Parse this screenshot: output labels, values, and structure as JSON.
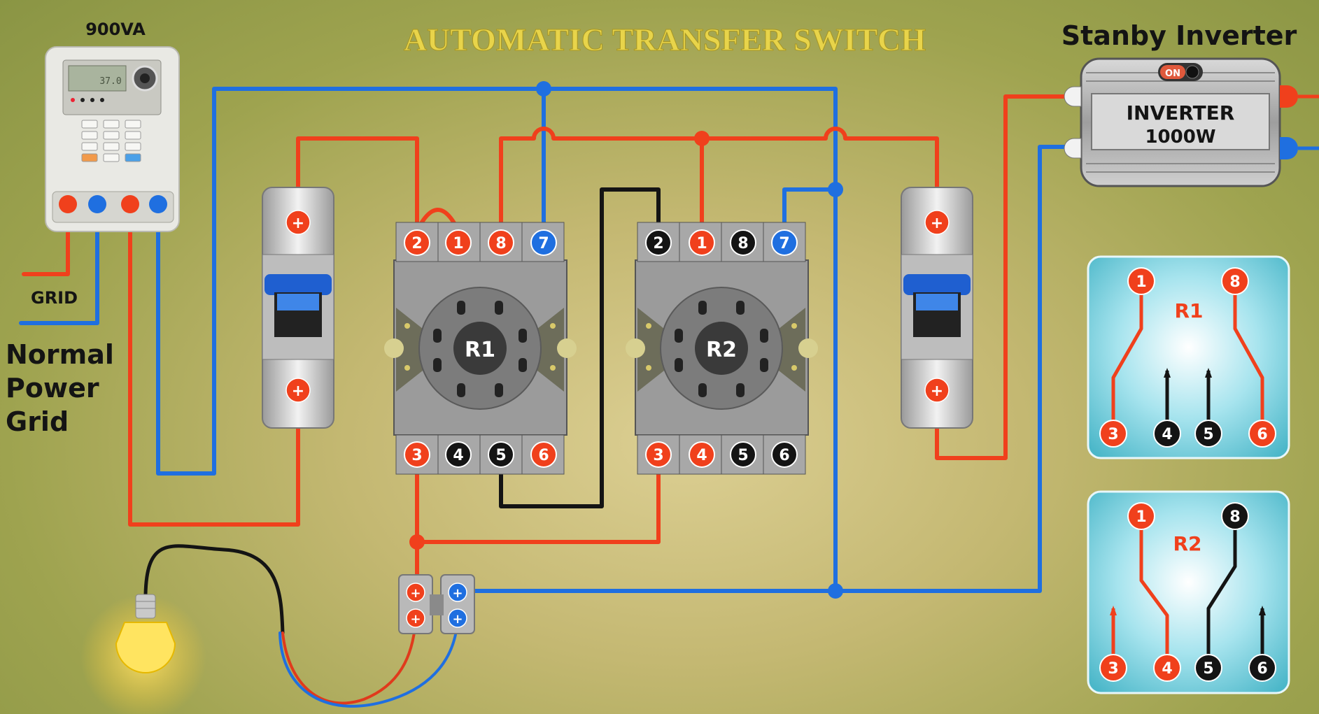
{
  "title": "AUTOMATIC TRANSFER SWITCH",
  "meter": {
    "rating": "900VA",
    "display": "37.0"
  },
  "grid": {
    "label": "GRID",
    "caption": [
      "Normal",
      "Power",
      "Grid"
    ]
  },
  "inverter": {
    "header": "Stanby Inverter",
    "name": "INVERTER",
    "power": "1000W",
    "switch_label": "ON"
  },
  "relays": [
    {
      "name": "R1",
      "top_pins": [
        "2",
        "1",
        "8",
        "7"
      ],
      "bottom_pins": [
        "3",
        "4",
        "5",
        "6"
      ]
    },
    {
      "name": "R2",
      "top_pins": [
        "2",
        "1",
        "8",
        "7"
      ],
      "bottom_pins": [
        "3",
        "4",
        "5",
        "6"
      ]
    }
  ],
  "breakers": [
    {
      "terminal": "+"
    },
    {
      "terminal": "+"
    }
  ],
  "terminal_block": {
    "symbol": "+"
  },
  "legends": [
    {
      "name": "R1",
      "pins_top": [
        "1",
        "8"
      ],
      "pins_bottom": [
        "3",
        "4",
        "5",
        "6"
      ]
    },
    {
      "name": "R2",
      "pins_top": [
        "1",
        "8"
      ],
      "pins_bottom": [
        "3",
        "4",
        "5",
        "6"
      ]
    }
  ],
  "colors": {
    "live": "#f0401c",
    "neutral": "#1f6fe0",
    "black": "#141414",
    "title": "#e8d44a"
  }
}
